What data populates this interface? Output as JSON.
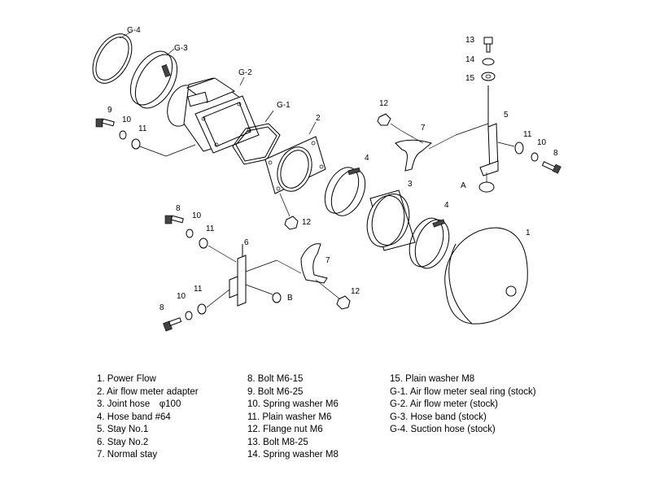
{
  "diagram": {
    "labels": {
      "G4": "G-4",
      "G3": "G-3",
      "G2": "G-2",
      "G1": "G-1",
      "p1": "1",
      "p2": "2",
      "p3": "3",
      "p4a": "4",
      "p4b": "4",
      "p5": "5",
      "p6": "6",
      "p7a": "7",
      "p7b": "7",
      "p8a": "8",
      "p8b": "8",
      "p8c": "8",
      "p9": "9",
      "p10a": "10",
      "p10b": "10",
      "p10c": "10",
      "p10d": "10",
      "p11a": "11",
      "p11b": "11",
      "p11c": "11",
      "p11d": "11",
      "p12a": "12",
      "p12b": "12",
      "p12c": "12",
      "p13": "13",
      "p14": "14",
      "p15": "15",
      "A": "A",
      "B": "B"
    }
  },
  "legend": {
    "col1": [
      "1. Power Flow",
      "2. Air flow meter adapter",
      "3. Joint hose　φ100",
      "4. Hose band  #64",
      "5. Stay  No.1",
      "6. Stay  No.2",
      "7. Normal stay"
    ],
    "col2": [
      "8. Bolt  M6-15",
      "9. Bolt  M6-25",
      "10. Spring washer  M6",
      "11. Plain washer  M6",
      "12. Flange nut  M6",
      "13. Bolt  M8-25",
      "14. Spring washer  M8"
    ],
    "col3": [
      "15. Plain washer  M8",
      "G-1. Air flow meter seal ring (stock)",
      "G-2. Air flow meter (stock)",
      "G-3. Hose band (stock)",
      "G-4. Suction hose (stock)"
    ]
  }
}
